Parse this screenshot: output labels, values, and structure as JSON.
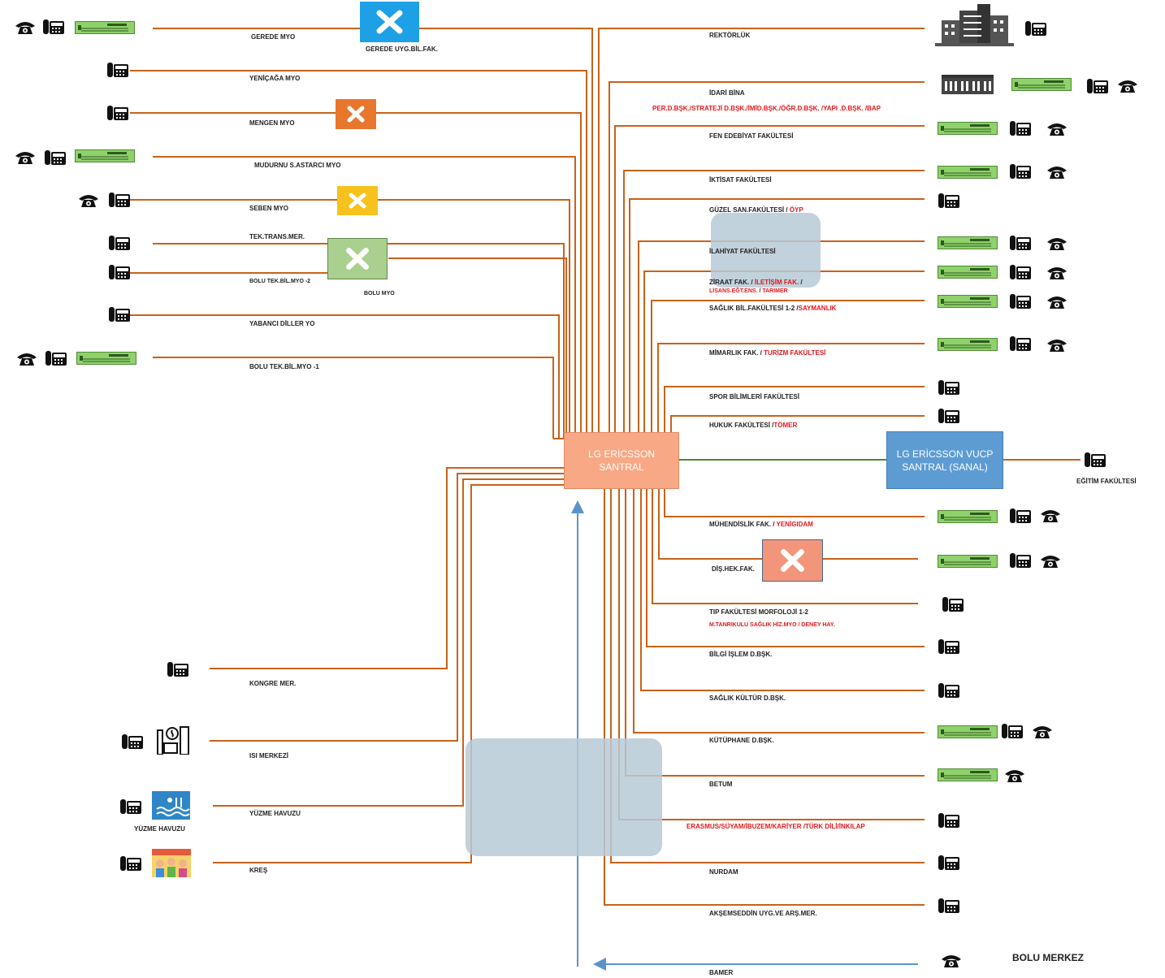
{
  "central": {
    "label_l1": "LG ERİCSSON",
    "label_l2": "SANTRAL",
    "color": "#f8a884"
  },
  "virtual": {
    "label_l1": "LG ERİCSSON VUCP",
    "label_l2": "SANTRAL (SANAL)",
    "color": "#5d9bd3"
  },
  "line_color": "#c8621b",
  "link_color": "#4a8a2c",
  "arrow_color": "#5a93cc",
  "left_nodes": {
    "gerede_myo": "GEREDE MYO",
    "gerede_uyg": "GEREDE UYG.BİL.FAK.",
    "yenicaga": "YENİÇAĞA MYO",
    "mengen": "MENGEN MYO",
    "mudurnu": "MUDURNU S.ASTARCI MYO",
    "seben": "SEBEN MYO",
    "tek_trans": "TEK.TRANS.MER.",
    "bolu_tek2": "BOLU TEK.BİL.MYO -2",
    "bolu_myo": "BOLU MYO",
    "yabanci": "YABANCI DİLLER YO",
    "bolu_tek1": "BOLU TEK.BİL.MYO -1",
    "kongre": "KONGRE MER.",
    "isi": "ISI MERKEZİ",
    "yuzme": "YÜZME HAVUZU",
    "yuzme_icon_caption": "YÜZME HAVUZU",
    "kres": "KREŞ"
  },
  "right_nodes": {
    "rektorluk": "REKTÖRLÜK",
    "idari": "İDARİ BİNA",
    "idari_sub": "PER.D.BŞK./STRATEJİ D.BŞK./İMİD.BŞK./ÖĞR.D.BŞK. /YAPI .D.BŞK. /BAP",
    "fen": "FEN EDEBİYAT FAKÜLTESİ",
    "iktisat": "İKTİSAT FAKÜLTESİ",
    "guzel": "GÜZEL SAN.FAKÜLTESİ / ",
    "guzel_red": "ÖYP",
    "ilahiyat": "İLAHİYAT FAKÜLTESİ",
    "ziraat": "ZİRAAT FAK. / ",
    "ziraat_red": "İLETİŞİM FAK.",
    "ziraat_tail": " /",
    "ziraat2_red": "LİSANS.EĞT.ENS.",
    "ziraat2_mid": " / ",
    "ziraat2_red2": "TARIMER",
    "saglik": "SAĞLIK BİL.FAKÜLTESİ 1-2 /",
    "saglik_red": "SAYMANLIK",
    "mimarlik": "MİMARLIK FAK. / ",
    "mimarlik_red": "TURİZM FAKÜLTESİ",
    "spor": "SPOR BİLİMLERİ FAKÜLTESİ",
    "hukuk": "HUKUK FAKÜLTESİ /",
    "hukuk_red": "TÖMER",
    "egitim": "EĞİTİM FAKÜLTESİ",
    "muhendislik": "MÜHENDİSLİK FAK. / ",
    "muhendislik_red": "YENİGIDAM",
    "dis": "DİŞ.HEK.FAK.",
    "tip": "TIP FAKÜLTESİ MORFOLOJİ 1-2",
    "tip_sub": "M.TANRIKULU SAĞLIK HİZ.MYO / DENEY HAY.",
    "bilgi": "BİLGİ İŞLEM D.BŞK.",
    "kultur": "SAĞLIK KÜLTÜR D.BŞK.",
    "kutuphane": "KÜTÜPHANE D.BŞK.",
    "betum": "BETUM",
    "erasmus": "ERASMUS/SÜYAM/İBUZEM/KARİYER /TÜRK DİLİ/İNKILAP",
    "nurdam": "NURDAM",
    "aksemseddin": "AKŞEMSEDDİN UYG.VE ARŞ.MER.",
    "bamer": "BAMER",
    "bolu_merkez": "BOLU MERKEZ"
  },
  "icons": {
    "desk_phone": "desk-phone-icon",
    "rotary_phone": "rotary-phone-icon",
    "network_switch": "network-switch-icon",
    "building": "building-icon",
    "disconnected_x": "disconnected-x-icon",
    "heating_plant": "heating-plant-icon",
    "pool": "pool-icon",
    "kids": "kindergarten-icon"
  },
  "x_box_colors": {
    "gerede": "#1ea0e6",
    "mengen": "#e8762d",
    "seben": "#f7c21d",
    "bolu_myo": "#a9d08e",
    "dis": "#f3957a"
  }
}
